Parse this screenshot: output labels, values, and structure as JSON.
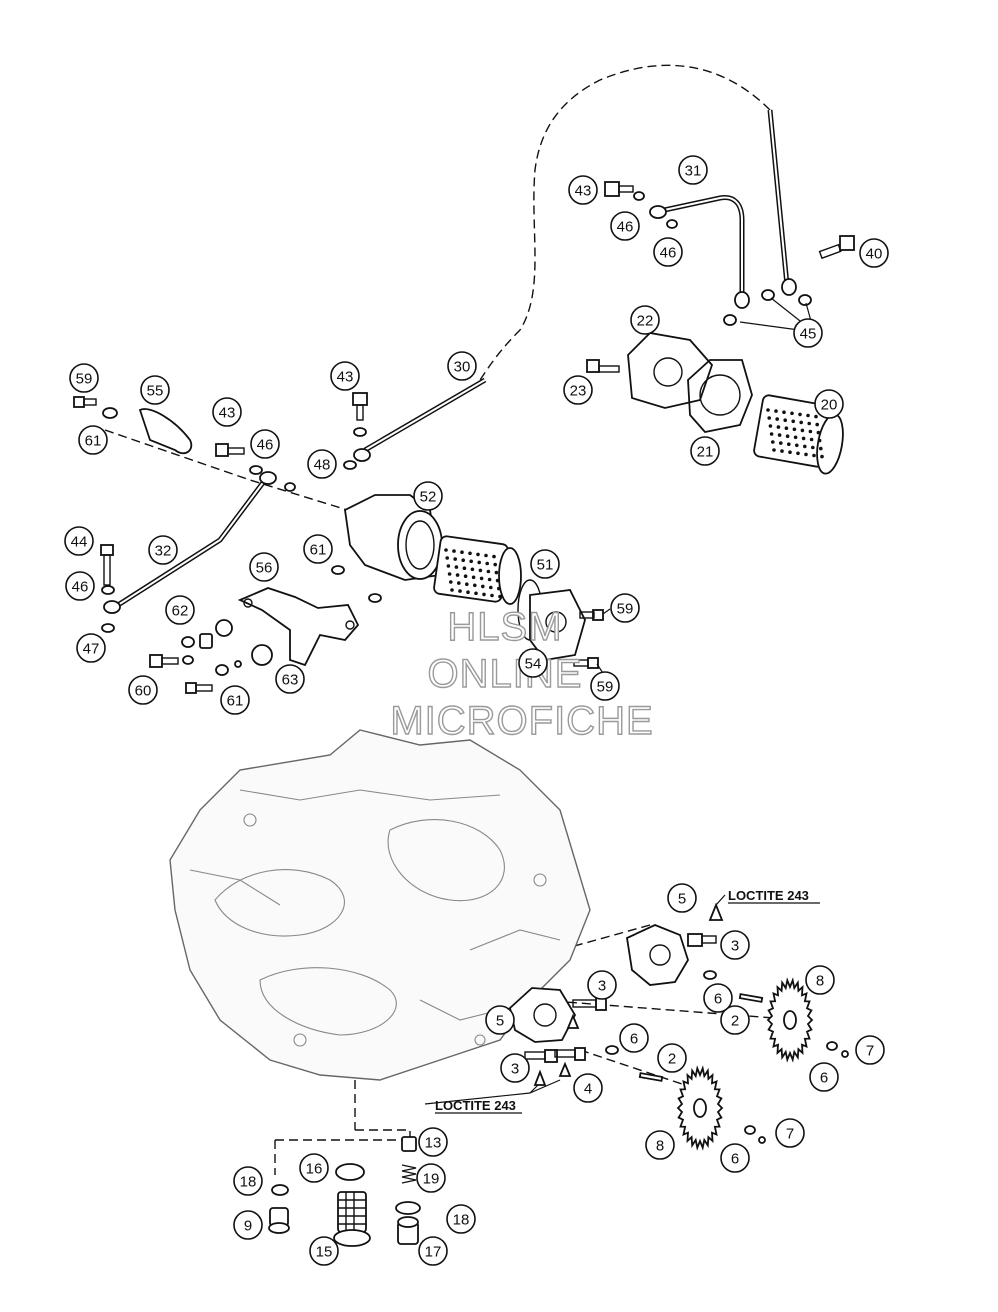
{
  "callouts": [
    "3",
    "3",
    "3",
    "4",
    "5",
    "5",
    "2",
    "2",
    "6",
    "6",
    "6",
    "6",
    "7",
    "7",
    "8",
    "8",
    "9",
    "13",
    "15",
    "16",
    "17",
    "18",
    "18",
    "19",
    "20",
    "21",
    "22",
    "23",
    "30",
    "31",
    "32",
    "40",
    "43",
    "43",
    "43",
    "44",
    "45",
    "46",
    "46",
    "46",
    "46",
    "47",
    "48",
    "51",
    "52",
    "54",
    "55",
    "56",
    "59",
    "59",
    "59",
    "60",
    "61",
    "61",
    "61",
    "62",
    "63"
  ],
  "notes": {
    "loctite_upper": "LOCTITE 243",
    "loctite_lower": "LOCTITE 243"
  },
  "watermark": {
    "line1": "HLSM",
    "line2": "ONLINE",
    "line3": "MICROFICHE"
  }
}
